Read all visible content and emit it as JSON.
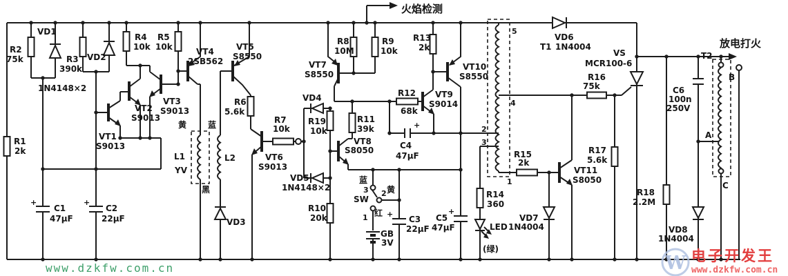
{
  "components": {
    "r1": {
      "name": "R1",
      "value": "2k"
    },
    "r2": {
      "name": "R2",
      "value": "75k"
    },
    "r3": {
      "name": "R3",
      "value": "390k"
    },
    "r4": {
      "name": "R4",
      "value": "10k"
    },
    "r5": {
      "name": "R5",
      "value": "10k"
    },
    "r6": {
      "name": "R6",
      "value": "5.6k"
    },
    "r7": {
      "name": "R7",
      "value": "10k"
    },
    "r8": {
      "name": "R8",
      "value": "10M"
    },
    "r9": {
      "name": "R9",
      "value": "10k"
    },
    "r10": {
      "name": "R10",
      "value": "20k"
    },
    "r11": {
      "name": "R11",
      "value": "39k"
    },
    "r12": {
      "name": "R12",
      "value": "68k"
    },
    "r13": {
      "name": "R13",
      "value": "2k"
    },
    "r14": {
      "name": "R14",
      "value": "360"
    },
    "r15": {
      "name": "R15",
      "value": "2k"
    },
    "r16": {
      "name": "R16",
      "value": "75k"
    },
    "r17": {
      "name": "R17",
      "value": "5.6k"
    },
    "r18": {
      "name": "R18",
      "value": "2.2M"
    },
    "r19": {
      "name": "R19",
      "value": "10k"
    },
    "c1": {
      "name": "C1",
      "value": "47µF"
    },
    "c2": {
      "name": "C2",
      "value": "22µF"
    },
    "c3": {
      "name": "C3",
      "value": "22µF"
    },
    "c4": {
      "name": "C4",
      "value": "47µF"
    },
    "c5": {
      "name": "C5",
      "value": "47µF"
    },
    "c6": {
      "name": "C6",
      "value": "100n",
      "voltage": "250V"
    },
    "vd1": {
      "name": "VD1"
    },
    "vd2": {
      "name": "VD2"
    },
    "vd12_part": "1N4148×2",
    "vd3": {
      "name": "VD3"
    },
    "vd4": {
      "name": "VD4"
    },
    "vd5": {
      "name": "VD5",
      "part": "1N4148×2"
    },
    "vd6": {
      "name": "VD6",
      "part": "1N4004"
    },
    "vd7": {
      "name": "VD7",
      "part": "1N4004"
    },
    "vd8": {
      "name": "VD8",
      "part": "1N4004"
    },
    "vt1": {
      "name": "VT1",
      "part": "S9013"
    },
    "vt2": {
      "name": "VT2",
      "part": "S9013"
    },
    "vt3": {
      "name": "VT3",
      "part": "S9013"
    },
    "vt4": {
      "name": "VT4",
      "part": "2SB562"
    },
    "vt5": {
      "name": "VT5",
      "part": "S8550"
    },
    "vt6": {
      "name": "VT6",
      "part": "S9013"
    },
    "vt7": {
      "name": "VT7",
      "part": "S8550"
    },
    "vt8": {
      "name": "VT8",
      "part": "S8050"
    },
    "vt9": {
      "name": "VT9",
      "part": "S9014"
    },
    "vt10": {
      "name": "VT10",
      "part": "S8550"
    },
    "vt11": {
      "name": "VT11",
      "part": "S8050"
    },
    "vs": {
      "name": "VS",
      "part": "MCR100-6"
    },
    "t1": {
      "name": "T1",
      "pins": {
        "p5": "5",
        "p4": "4",
        "p2": "2",
        "p3": "3",
        "p1": "1"
      }
    },
    "t2": {
      "name": "T2"
    },
    "l1": {
      "name": "L1",
      "code": "YV"
    },
    "l2": {
      "name": "L2"
    },
    "gb": {
      "name": "GB",
      "value": "3V"
    },
    "sw": {
      "name": "SW",
      "contact1": "1",
      "contact2": "2",
      "contact3": "3"
    },
    "led": {
      "name": "LED",
      "note": "(绿)"
    }
  },
  "annotations": {
    "flame_detect": "火焰检测",
    "discharge": "放电打火",
    "yellow": "黄",
    "blue": "蓝",
    "black": "黑",
    "red": "红",
    "terminal_a": "A",
    "terminal_b": "B",
    "terminal_c": "C",
    "plus": "+"
  },
  "watermarks": {
    "left_url": "www.dzkfw.com.cn",
    "brand": "电子开发王",
    "brand_url": "www.dzkfw.com.cn",
    "logo": "W"
  },
  "colors": {
    "line": "#1c1c1c",
    "watermark_green": "#3fa06b",
    "watermark_red": "#e23f3f",
    "logo_blue": "#aebfe0",
    "background": "#ffffff"
  }
}
